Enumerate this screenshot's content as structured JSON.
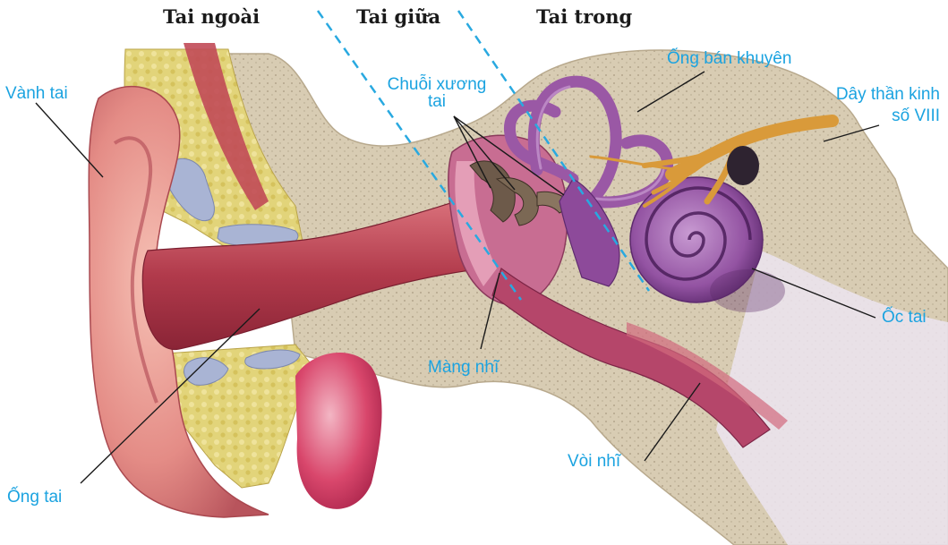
{
  "regions": {
    "outer": "Tai ngoài",
    "middle": "Tai giữa",
    "inner": "Tai trong"
  },
  "labels": {
    "pinna": "Vành tai",
    "ossicles_line1": "Chuỗi xương",
    "ossicles_line2": "tai",
    "semicircular": "Ống bán khuyên",
    "nerve_line1": "Dây thần kinh",
    "nerve_line2": "số VIII",
    "cochlea": "Ốc tai",
    "eardrum": "Màng nhĩ",
    "eustachian": "Vòi nhĩ",
    "ear_canal": "Ống tai"
  },
  "colors": {
    "label": "#1ba3e0",
    "divider": "#29a9e0",
    "skin": "#e58f8f",
    "canal": "#b23b4c",
    "bone": "#d9cdb5",
    "fat": "#e3d77a",
    "labyrinth": "#9a58a5",
    "nerve": "#d99a3a"
  }
}
